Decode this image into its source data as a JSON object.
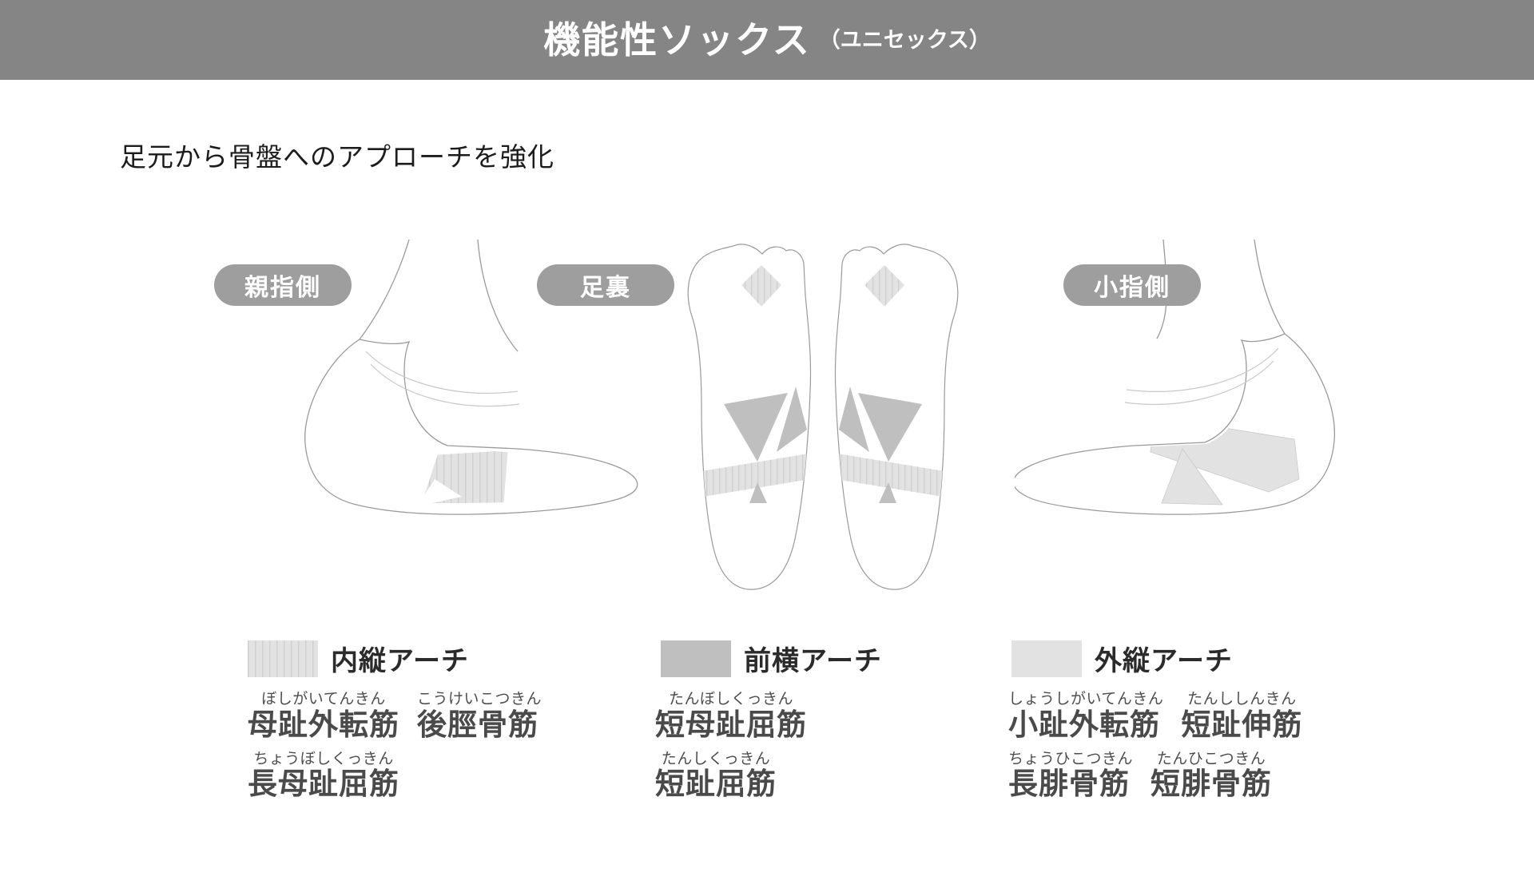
{
  "header": {
    "title": "機能性ソックス",
    "subtitle_paren": "（ユニセックス）",
    "bar_color": "#858585",
    "title_color": "#ffffff"
  },
  "subtitle": "足元から骨盤へのアプローチを強化",
  "views": [
    {
      "id": "toe-side",
      "pill_label": "親指側",
      "pill_color": "#9e9e9e"
    },
    {
      "id": "sole",
      "pill_label": "足裏",
      "pill_color": "#9e9e9e"
    },
    {
      "id": "pinky-side",
      "pill_label": "小指側",
      "pill_color": "#9e9e9e"
    }
  ],
  "legend": [
    {
      "swatch_style": "striped",
      "swatch_color": "#e2e2e2",
      "label": "内縦アーチ"
    },
    {
      "swatch_style": "solid",
      "swatch_color": "#bfbfbf",
      "label": "前横アーチ"
    },
    {
      "swatch_style": "light",
      "swatch_color": "#e2e2e2",
      "label": "外縦アーチ"
    }
  ],
  "muscle_groups": [
    {
      "column": "toe-side",
      "rows": [
        [
          {
            "furigana": "ぼしがいてんきん",
            "kanji": "母趾外転筋"
          },
          {
            "furigana": "こうけいこつきん",
            "kanji": "後脛骨筋"
          }
        ],
        [
          {
            "furigana": "ちょうぼしくっきん",
            "kanji": "長母趾屈筋"
          }
        ]
      ]
    },
    {
      "column": "sole",
      "rows": [
        [
          {
            "furigana": "たんぼしくっきん",
            "kanji": "短母趾屈筋"
          }
        ],
        [
          {
            "furigana": "たんしくっきん",
            "kanji": "短趾屈筋"
          }
        ]
      ]
    },
    {
      "column": "pinky-side",
      "rows": [
        [
          {
            "furigana": "しょうしがいてんきん",
            "kanji": "小趾外転筋"
          },
          {
            "furigana": "たんししんきん",
            "kanji": "短趾伸筋"
          }
        ],
        [
          {
            "furigana": "ちょうひこつきん",
            "kanji": "長腓骨筋"
          },
          {
            "furigana": "たんひこつきん",
            "kanji": "短腓骨筋"
          }
        ]
      ]
    }
  ],
  "illustration": {
    "outline_color": "#8c8c8c",
    "striped_fill": "#e2e2e2",
    "solid_fill": "#bfbfbf",
    "light_fill": "#e2e2e2"
  }
}
